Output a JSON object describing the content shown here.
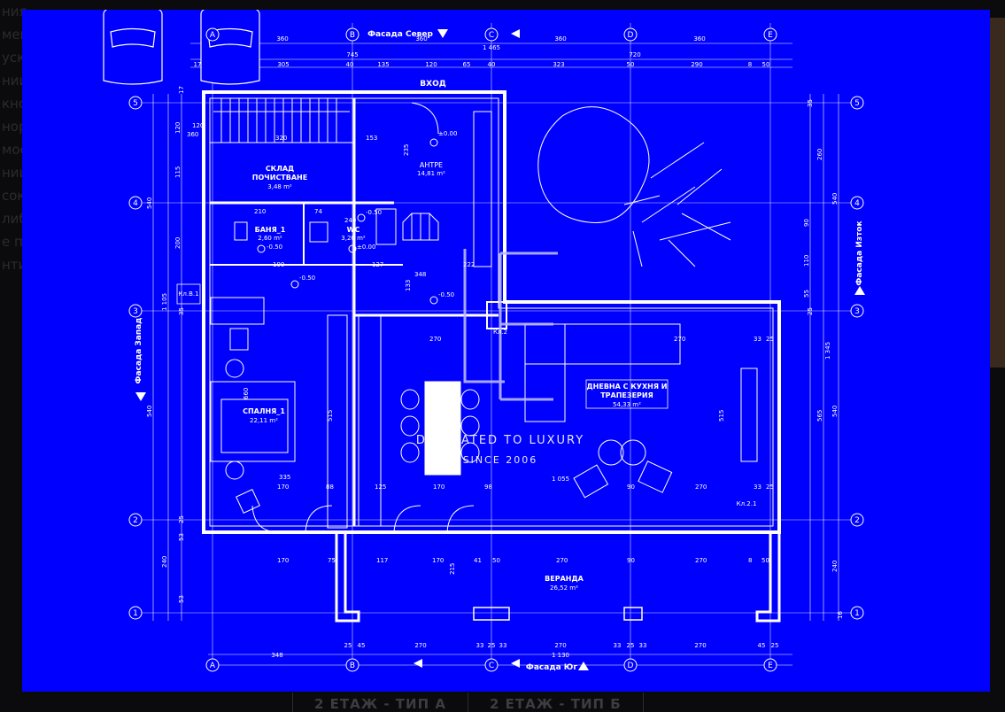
{
  "background_text_fragments": [
    "ния",
    "мен",
    "уск",
    "нии",
    "кно",
    "нор",
    "мос",
    "нии",
    "сок",
    "либ",
    "е па",
    "нти"
  ],
  "bottom_tabs": [
    {
      "label": "2 ЕТАЖ - ТИП А"
    },
    {
      "label": "2 ЕТАЖ - ТИП Б"
    }
  ],
  "plan": {
    "facades": {
      "north": "Фасада Север",
      "south": "Фасада Юг",
      "east": "Фасада Изток",
      "west": "Фасада Запад"
    },
    "entrance": "ВХОД",
    "column_axes": [
      "A",
      "B",
      "C",
      "D",
      "E"
    ],
    "row_axes": [
      "5",
      "4",
      "3",
      "2",
      "1"
    ],
    "rooms": {
      "storage": {
        "name1": "СКЛАД",
        "name2": "ПОЧИСТВАНЕ",
        "area": "3,48 m²"
      },
      "hall": {
        "name": "АНТРЕ",
        "area": "14,81 m²"
      },
      "bath": {
        "name": "БАНЯ_1",
        "area": "2,60 m²"
      },
      "wc": {
        "name": "WC",
        "area": "3,26 m²"
      },
      "bedroom": {
        "name": "СПАЛНЯ_1",
        "area": "22,11 m²"
      },
      "living": {
        "name1": "ДНЕВНА С КУХНЯ И",
        "name2": "ТРАПЕЗЕРИЯ",
        "area": "54,33 m²"
      },
      "veranda": {
        "name": "ВЕРАНДА",
        "area": "26,52 m²"
      }
    },
    "watermark": {
      "tagline": "DEDICATED TO LUXURY",
      "since": "SINCE 2006"
    },
    "tags": {
      "kab1": "Кл.В.1",
      "ka2": "Кл.2",
      "ka21": "Кл.2.1"
    },
    "levels": [
      "±0.00",
      "±0.00",
      "-0.50",
      "-0.50",
      "-0.50",
      "-0.50"
    ],
    "top_dims_row1": [
      "360",
      "360",
      "360",
      "360"
    ],
    "top_dims_row2": [
      "745",
      "1 465",
      "720"
    ],
    "top_dims_row3": [
      "17",
      "305",
      "40",
      "135",
      "120",
      "65",
      "40",
      "323",
      "50",
      "290",
      "8",
      "50"
    ],
    "bottom_dims_row1": [
      "25",
      "45",
      "270",
      "33",
      "25",
      "33",
      "270",
      "33",
      "25",
      "33",
      "270",
      "45",
      "25"
    ],
    "bottom_dims_row2": [
      "348",
      "1 130"
    ],
    "interior_dims": [
      "120",
      "360",
      "320",
      "153",
      "235",
      "210",
      "74",
      "240",
      "190",
      "127",
      "222",
      "348",
      "133",
      "270",
      "270",
      "33",
      "25",
      "335",
      "170",
      "88",
      "125",
      "170",
      "98",
      "1 055",
      "90",
      "270",
      "33",
      "25",
      "170",
      "75",
      "117",
      "170",
      "41",
      "50",
      "270",
      "90",
      "270",
      "8",
      "50",
      "215",
      "515",
      "515",
      "660",
      "1 345"
    ],
    "left_dims": [
      "540",
      "540",
      "1 105",
      "240",
      "200",
      "115",
      "120"
    ],
    "right_dims": [
      "260",
      "540",
      "540",
      "240",
      "565",
      "90",
      "110",
      "55"
    ],
    "vertical_dims_small": [
      "17",
      "35",
      "25",
      "16",
      "53",
      "25",
      "53",
      "35"
    ]
  }
}
